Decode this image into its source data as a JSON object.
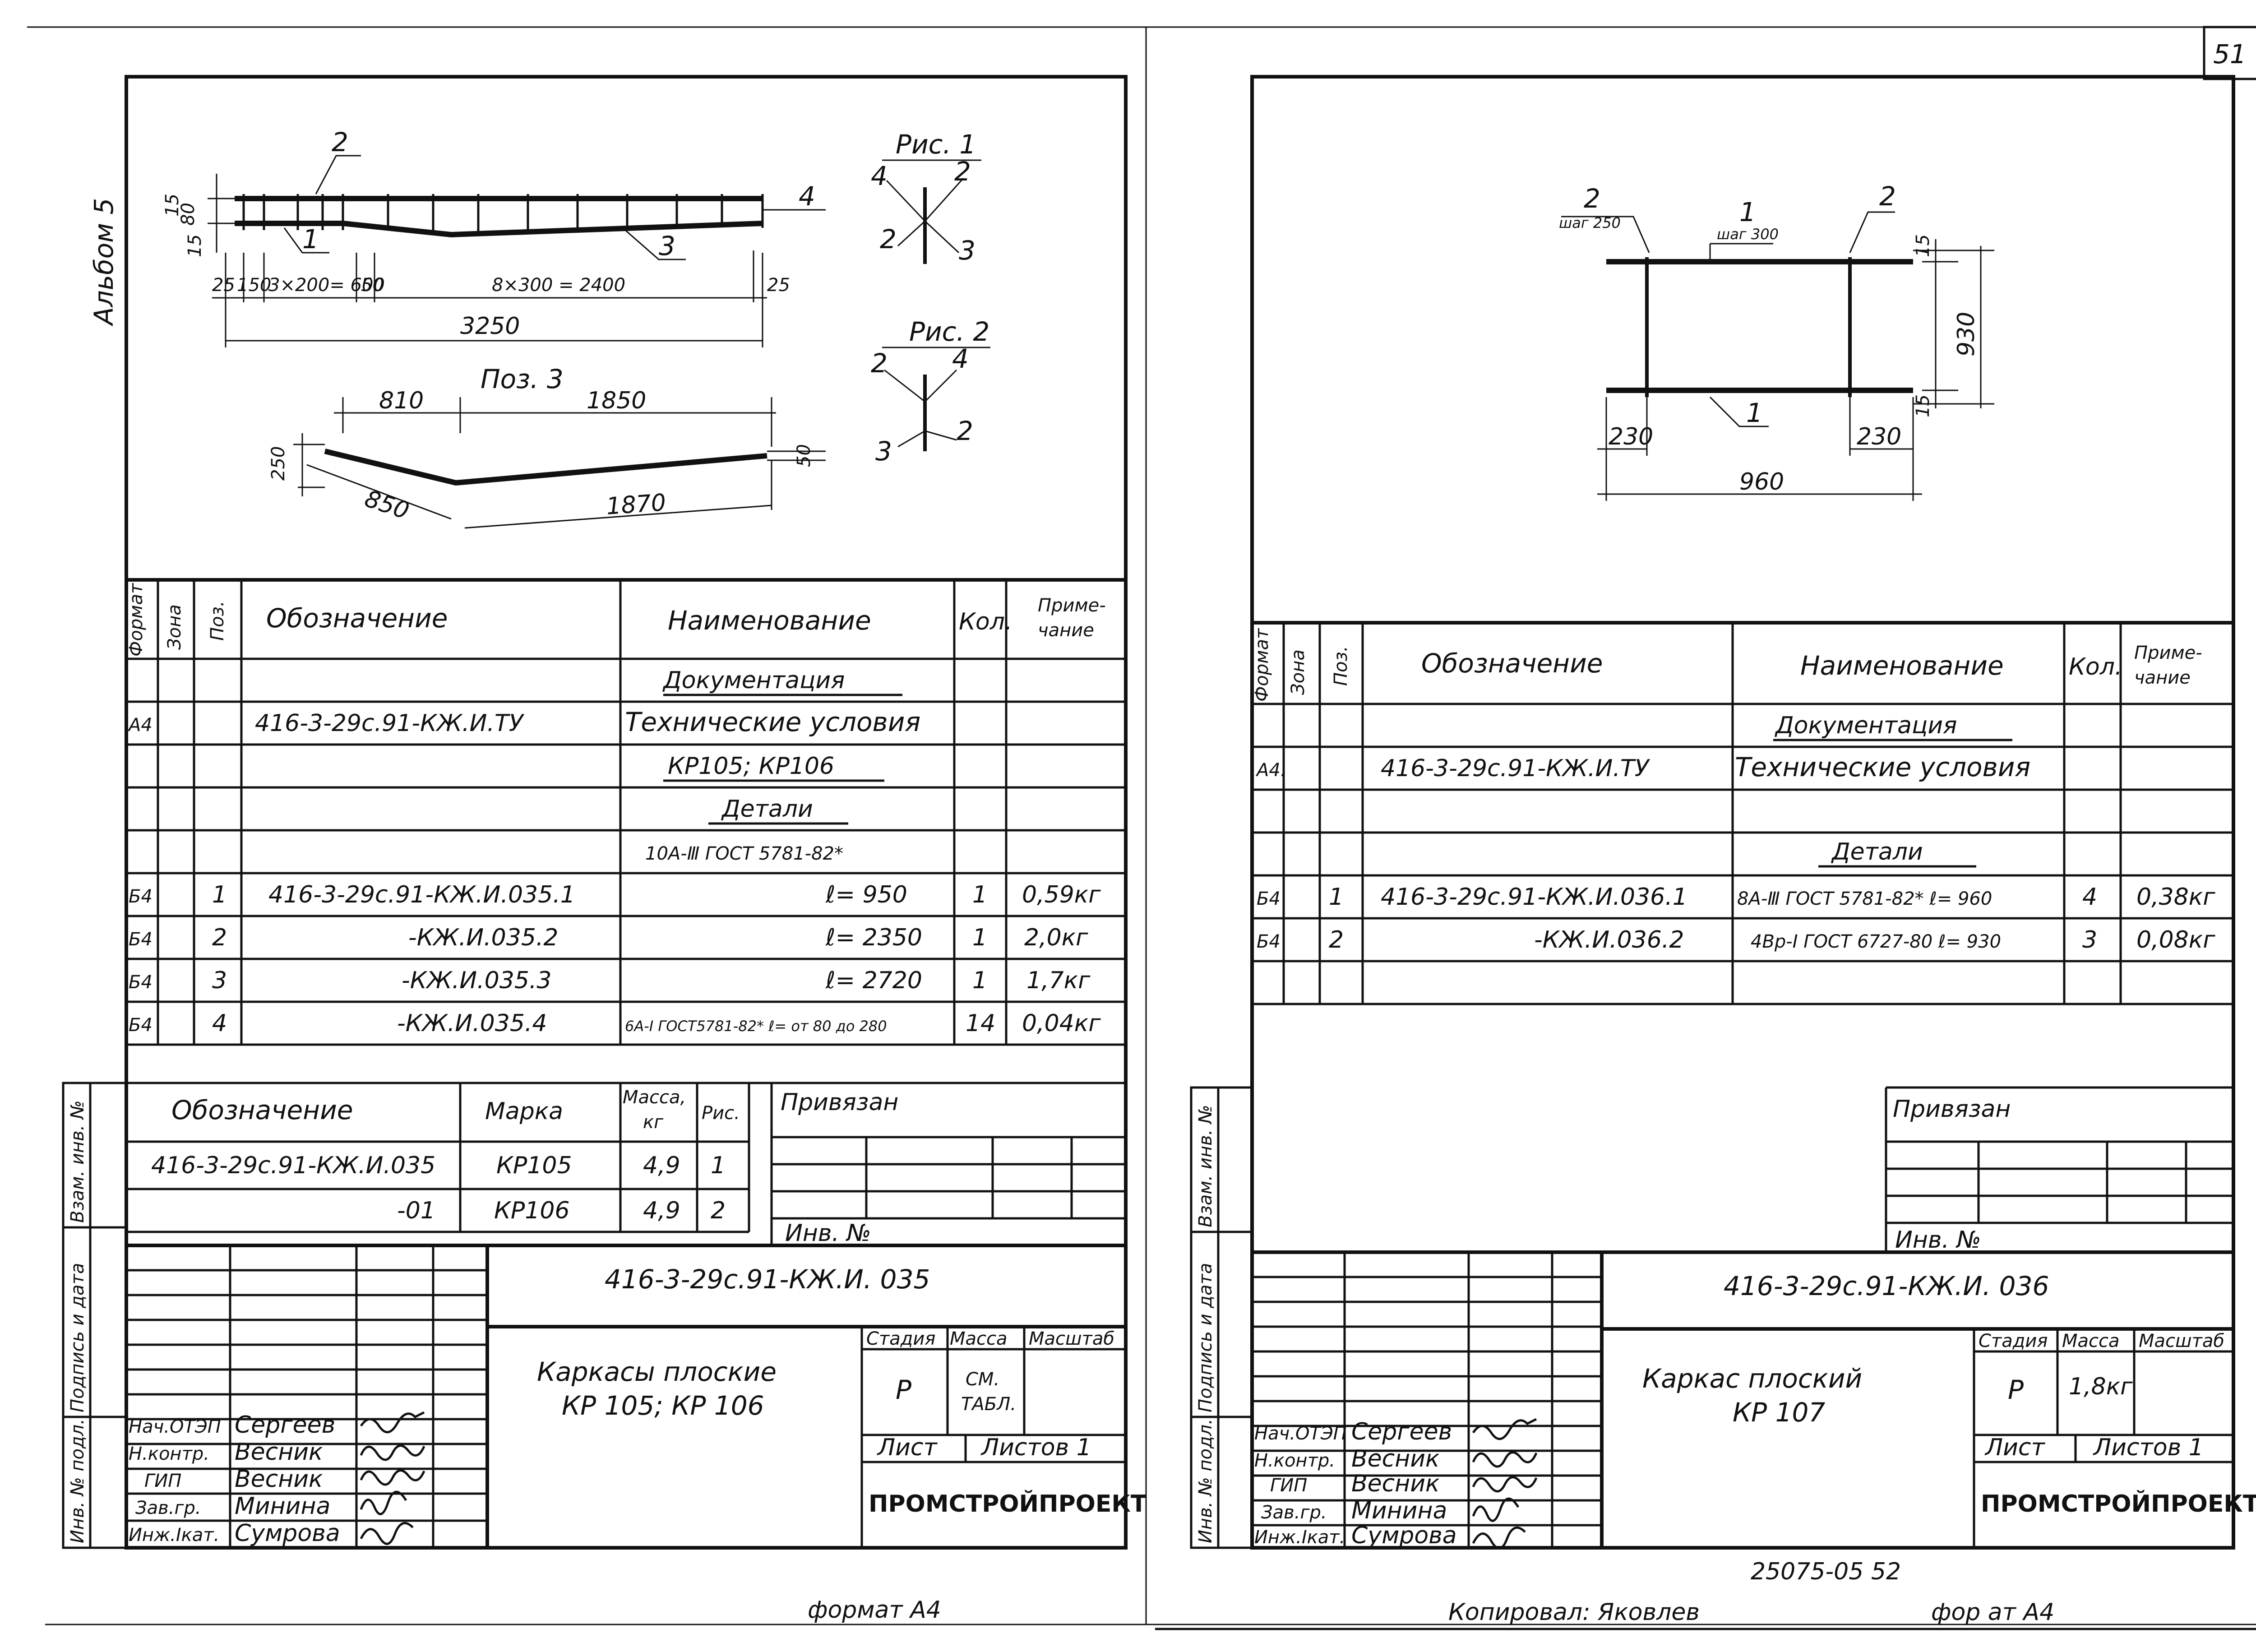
{
  "page": {
    "album": "Альбом 5",
    "number": "51",
    "footer_left": "формат А4",
    "footer_copied": "Копировал: Яковлев",
    "footer_right": "фор ат А4",
    "archive": "25075-05   52"
  },
  "left": {
    "dims": {
      "d15a": "15",
      "d80": "80",
      "d15b": "15",
      "d25a": "25",
      "d150": "150",
      "d3x200": "3×200= 600",
      "d50": "50",
      "d8x300": "8×300 = 2400",
      "d25b": "25",
      "d3250": "3250"
    },
    "marks": {
      "m1": "1",
      "m2": "2",
      "m3": "3",
      "m4": "4"
    },
    "poz3": {
      "title": "Поз. 3",
      "d810": "810",
      "d1850": "1850",
      "d250": "250",
      "d850": "850",
      "d1870": "1870",
      "d50": "50"
    },
    "fig1": {
      "title": "Рис. 1",
      "n4": "4",
      "n2a": "2",
      "n2b": "2",
      "n3": "3"
    },
    "fig2": {
      "title": "Рис. 2",
      "n2a": "2",
      "n4": "4",
      "n3": "3",
      "n2b": "2"
    },
    "spec": {
      "headers": {
        "format": "Формат",
        "zone": "Зона",
        "pos": "Поз.",
        "designation": "Обозначение",
        "name": "Наименование",
        "qty": "Кол.",
        "note": "Приме-\nчание"
      },
      "rows": [
        {
          "format": "",
          "pos": "",
          "designation": "",
          "name": "Документация",
          "qty": "",
          "note": "",
          "underline": true
        },
        {
          "format": "А4",
          "pos": "",
          "designation": "416-3-29с.91-КЖ.И.ТУ",
          "name": "Технические условия",
          "qty": "",
          "note": ""
        },
        {
          "format": "",
          "pos": "",
          "designation": "",
          "name": "КР105; КР106",
          "qty": "",
          "note": "",
          "underline": true
        },
        {
          "format": "",
          "pos": "",
          "designation": "",
          "name": "Детали",
          "qty": "",
          "note": "",
          "underline": true
        },
        {
          "format": "",
          "pos": "",
          "designation": "",
          "name": "10А-Ⅲ ГОСТ 5781-82*",
          "qty": "",
          "note": ""
        },
        {
          "format": "Б4",
          "pos": "1",
          "designation": "416-3-29с.91-КЖ.И.035.1",
          "name": "ℓ= 950",
          "qty": "1",
          "note": "0,59кг",
          "right": true
        },
        {
          "format": "Б4",
          "pos": "2",
          "designation": "-КЖ.И.035.2",
          "name": "ℓ= 2350",
          "qty": "1",
          "note": "2,0кг",
          "right": true
        },
        {
          "format": "Б4",
          "pos": "3",
          "designation": "-КЖ.И.035.3",
          "name": "ℓ= 2720",
          "qty": "1",
          "note": "1,7кг",
          "right": true
        },
        {
          "format": "Б4",
          "pos": "4",
          "designation": "-КЖ.И.035.4",
          "name": "6А-Ⅰ ГОСТ5781-82* ℓ= от 80 до 280",
          "qty": "14",
          "note": "0,04кг",
          "right": true
        }
      ]
    },
    "marka": {
      "headers": {
        "designation": "Обозначение",
        "mark": "Марка",
        "mass": "Масса,\nкг",
        "fig": "Рис."
      },
      "rows": [
        {
          "designation": "416-3-29с.91-КЖ.И.035",
          "mark": "КР105",
          "mass": "4,9",
          "fig": "1"
        },
        {
          "designation": "-01",
          "mark": "КР106",
          "mass": "4,9",
          "fig": "2"
        }
      ]
    },
    "privyazan": "Привязан",
    "inv": "Инв. №",
    "side_strip": {
      "a": "Инв. № подл.",
      "b": "Подпись и дата",
      "c": "Взам. инв. №"
    },
    "titleblock": {
      "code": "416-3-29с.91-КЖ.И. 035",
      "title": "Каркасы плоские\nКР 105; КР 106",
      "stage_label": "Стадия",
      "mass_label": "Масса",
      "scale_label": "Масштаб",
      "stage": "Р",
      "mass": "СМ.\nТАБЛ.",
      "sheet_label": "Лист",
      "sheets_label": "Листов  1",
      "org": "ПРОМСТРОЙПРОЕКТ",
      "people": [
        {
          "role": "Нач.ОТЭП",
          "name": "Сергеев"
        },
        {
          "role": "Н.контр.",
          "name": "Весник"
        },
        {
          "role": "ГИП",
          "name": "Весник"
        },
        {
          "role": "Зав.гр.",
          "name": "Минина"
        },
        {
          "role": "Инж.Ⅰкат.",
          "name": "Сумрова"
        }
      ]
    }
  },
  "right": {
    "dims": {
      "n2a": "2",
      "shag250": "шаг 250",
      "n1": "1",
      "shag300": "шаг 300",
      "n2b": "2",
      "d15a": "15",
      "d930": "930",
      "d15b": "15",
      "d230a": "230",
      "n1b": "1",
      "d230b": "230",
      "d960": "960"
    },
    "spec": {
      "headers": {
        "format": "Формат",
        "zone": "Зона",
        "pos": "Поз.",
        "designation": "Обозначение",
        "name": "Наименование",
        "qty": "Кол.",
        "note": "Приме-\nчание"
      },
      "rows": [
        {
          "format": "",
          "pos": "",
          "designation": "",
          "name": "Документация",
          "qty": "",
          "note": "",
          "underline": true
        },
        {
          "format": "А4.",
          "pos": "",
          "designation": "416-3-29с.91-КЖ.И.ТУ",
          "name": "Технические условия",
          "qty": "",
          "note": ""
        },
        {
          "format": "",
          "pos": "",
          "designation": "",
          "name": "",
          "qty": "",
          "note": ""
        },
        {
          "format": "",
          "pos": "",
          "designation": "",
          "name": "Детали",
          "qty": "",
          "note": "",
          "underline": true
        },
        {
          "format": "Б4",
          "pos": "1",
          "designation": "416-3-29с.91-КЖ.И.036.1",
          "name": "8А-Ⅲ ГОСТ 5781-82* ℓ= 960",
          "qty": "4",
          "note": "0,38кг"
        },
        {
          "format": "Б4",
          "pos": "2",
          "designation": "-КЖ.И.036.2",
          "name": "4Вр-Ⅰ ГОСТ 6727-80 ℓ= 930",
          "qty": "3",
          "note": "0,08кг"
        },
        {
          "format": "",
          "pos": "",
          "designation": "",
          "name": "",
          "qty": "",
          "note": ""
        }
      ]
    },
    "privyazan": "Привязан",
    "inv": "Инв. №",
    "side_strip": {
      "a": "Инв. № подл.",
      "b": "Подпись и дата",
      "c": "Взам. инв. №"
    },
    "titleblock": {
      "code": "416-3-29с.91-КЖ.И. 036",
      "title": "Каркас плоский\nКР 107",
      "stage_label": "Стадия",
      "mass_label": "Масса",
      "scale_label": "Масштаб",
      "stage": "Р",
      "mass": "1,8кг",
      "sheet_label": "Лист",
      "sheets_label": "Листов 1",
      "org": "ПРОМСТРОЙПРОЕКТ",
      "people": [
        {
          "role": "Нач.ОТЭП",
          "name": "Сергеев"
        },
        {
          "role": "Н.контр.",
          "name": "Весник"
        },
        {
          "role": "ГИП",
          "name": "Весник"
        },
        {
          "role": "Зав.гр.",
          "name": "Минина"
        },
        {
          "role": "Инж.Ⅰкат.",
          "name": "Сумрова"
        }
      ]
    }
  }
}
